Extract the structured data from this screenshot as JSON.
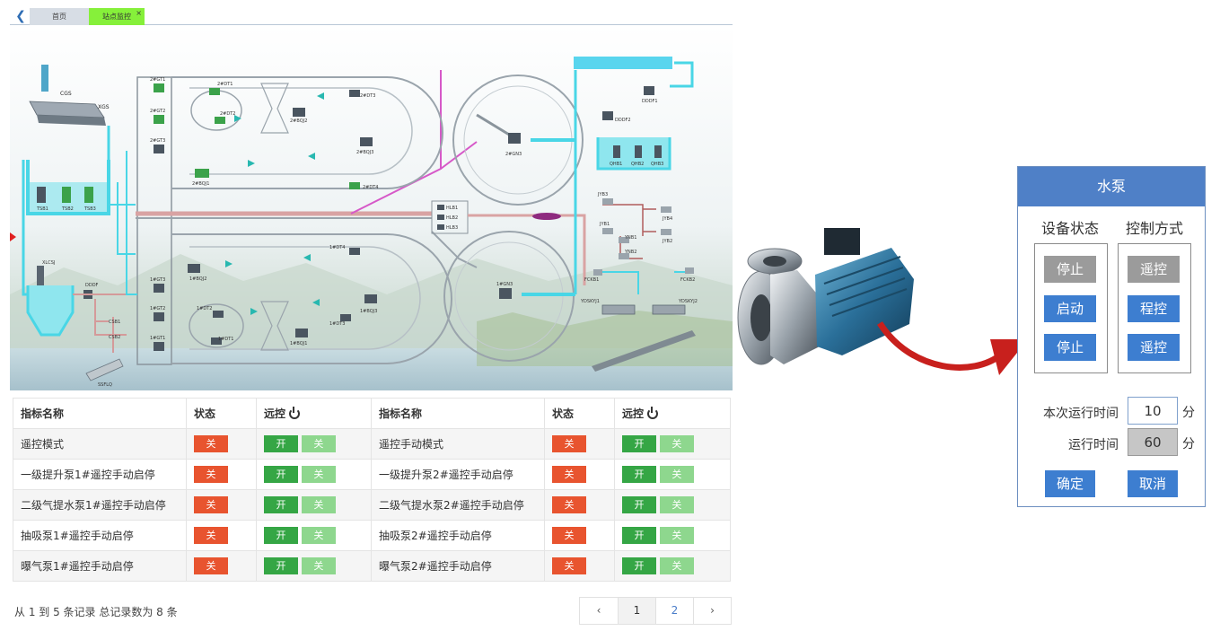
{
  "tabs": {
    "home": "首页",
    "monitor": "站点监控"
  },
  "diagram": {
    "labels": {
      "cgs": "CGS",
      "xgs": "XGS",
      "tsb1": "TSB1",
      "tsb2": "TSB2",
      "tsb3": "TSB3",
      "xlcsj": "XLCSJ",
      "dddf": "DDDF",
      "csb1": "CSB1",
      "csb2": "CSB2",
      "ssflq": "SSFLQ",
      "gt1_2": "2#GT1",
      "gt2_2": "2#GT2",
      "gt3_2": "2#GT3",
      "gt3_1": "1#GT3",
      "gt2_1": "1#GT2",
      "gt1_1": "1#GT1",
      "dt1_2": "2#DT1",
      "dt2_2": "2#DT2",
      "dt3_2": "2#DT3",
      "dt4_2": "2#DT4",
      "bqj1_2": "2#BQJ1",
      "bqj2_2": "2#BQJ2",
      "bqj3_2": "2#BQJ3",
      "dt1_1": "1#DT1",
      "dt2_1": "1#DT2",
      "dt3_1": "1#DT3",
      "dt4_1": "1#DT4",
      "bqj1_1": "1#BQJ1",
      "bqj2_1": "1#BQJ2",
      "bqj3_1": "1#BQJ3",
      "gn3_2": "2#GN3",
      "gn3_1": "1#GN3",
      "dddf1": "DDDF1",
      "dddf2": "DDDF2",
      "qhb1": "QHB1",
      "qhb2": "QHB2",
      "qhb3": "QHB3",
      "jyb3": "JYB3",
      "jyb4": "JYB4",
      "jyb1": "JYB1",
      "jyb2": "JYB2",
      "ynb1": "YNB1",
      "ynb2": "YNB2",
      "fckb1": "FCKB1",
      "fckb2": "FCKB2",
      "ydskyj1": "YDSKYJ1",
      "ydskyj2": "YDSKYJ2",
      "hlb1": "HLB1",
      "hlb2": "HLB2",
      "hlb3": "HLB3"
    }
  },
  "table": {
    "headers": {
      "name": "指标名称",
      "state": "状态",
      "remote": "远控",
      "name2": "指标名称",
      "state2": "状态",
      "remote2": "远控"
    },
    "on_label": "开",
    "off_label": "关",
    "rows": [
      {
        "name_left": "遥控模式",
        "name_right": "遥控手动模式"
      },
      {
        "name_left": "一级提升泵1#遥控手动启停",
        "name_right": "一级提升泵2#遥控手动启停"
      },
      {
        "name_left": "二级气提水泵1#遥控手动启停",
        "name_right": "二级气提水泵2#遥控手动启停"
      },
      {
        "name_left": "抽吸泵1#遥控手动启停",
        "name_right": "抽吸泵2#遥控手动启停"
      },
      {
        "name_left": "曝气泵1#遥控手动启停",
        "name_right": "曝气泵2#遥控手动启停"
      }
    ]
  },
  "pager": {
    "info": "从 1 到 5 条记录 总记录数为 8 条",
    "prev": "‹",
    "pages": [
      "1",
      "2"
    ],
    "next": "›"
  },
  "panel": {
    "title": "水泵",
    "device_state_label": "设备状态",
    "control_mode_label": "控制方式",
    "state_buttons": [
      "停止",
      "启动",
      "停止"
    ],
    "mode_buttons": [
      "遥控",
      "程控",
      "遥控"
    ],
    "run_time_label": "本次运行时间",
    "run_time_value": "10",
    "total_time_label": "运行时间",
    "total_time_value": "60",
    "unit": "分",
    "confirm": "确定",
    "cancel": "取消"
  },
  "colors": {
    "accent": "#4f80c7",
    "on": "#35a645",
    "off": "#e8542f",
    "tab_active": "#86f03a"
  }
}
